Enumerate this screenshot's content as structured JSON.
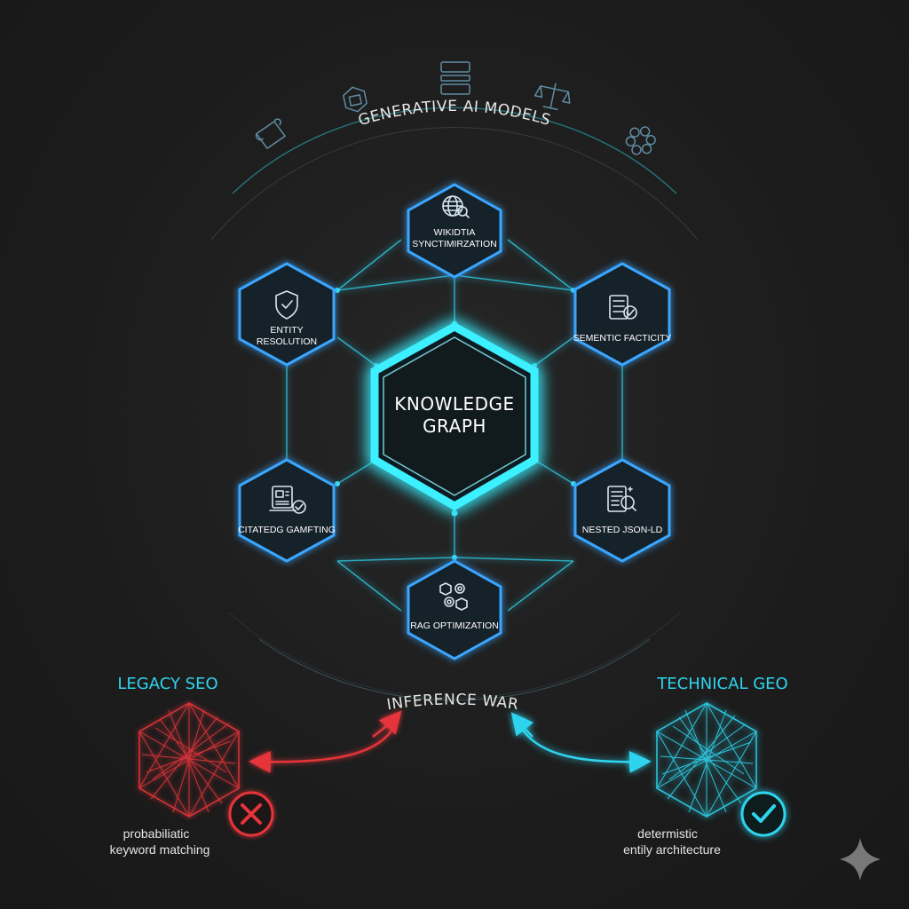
{
  "top_arc_label": "GENERATIVE AI MODELS",
  "bottom_arc_label": "INFERENCE WAR",
  "center": {
    "line1": "KNOWLEDGE",
    "line2": "GRAPH"
  },
  "nodes": {
    "top": {
      "line1": "WIKIDTIA",
      "line2": "SYNCTIMIRZATION",
      "icon": "globe-search-icon"
    },
    "upper_left": {
      "line1": "ENTITY",
      "line2": "RESOLUTION",
      "icon": "shield-check-icon"
    },
    "upper_right": {
      "line1": "SEMENTIC FACTICITY",
      "icon": "server-check-icon"
    },
    "lower_left": {
      "line1": "CITATEDG GAMFTING",
      "icon": "document-check-icon"
    },
    "lower_right": {
      "line1": "NESTED JSON-LD",
      "icon": "document-search-icon"
    },
    "bottom": {
      "line1": "RAG OPTIMIZATION",
      "icon": "hex-gears-icon"
    }
  },
  "legacy": {
    "title": "LEGACY SEO",
    "caption_line1": "probabiliatic",
    "caption_line2": "keyword matching",
    "color": "#e5343a",
    "badge_icon": "x-circle-icon"
  },
  "technical": {
    "title": "TECHNICAL GEO",
    "caption_line1": "determistic",
    "caption_line2": "entily architecture",
    "color": "#2fd4ee",
    "badge_icon": "check-circle-icon"
  },
  "colors": {
    "accent": "#29d3ec",
    "node_border": "#3aa6ff",
    "background": "#1e1e1e",
    "legacy": "#e5343a"
  }
}
